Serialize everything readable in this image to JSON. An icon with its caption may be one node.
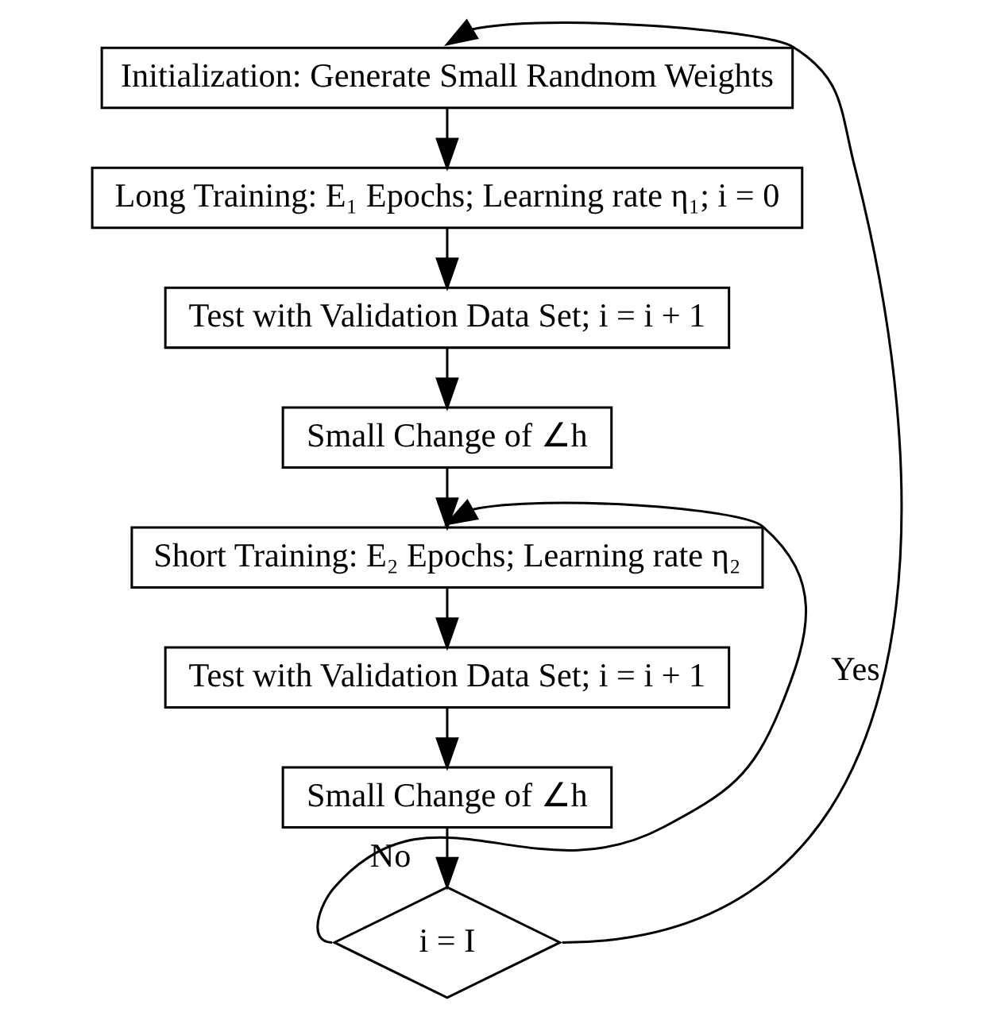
{
  "diagram": {
    "nodes": [
      {
        "text": [
          "Initialization: Generate Small Randnom Weights"
        ]
      },
      {
        "text": [
          "Long Training: E₁ Epochs; Learning rate η₁; i = 0"
        ]
      },
      {
        "text": [
          "Test with Validation Data Set; i = i + 1"
        ]
      },
      {
        "text": [
          "Small Change of ∠h"
        ]
      },
      {
        "text": [
          "Short Training: E₂ Epochs; Learning rate η₂"
        ]
      },
      {
        "text": [
          "Test with Validation Data Set; i = i + 1"
        ]
      },
      {
        "text": [
          "Small Change of ∠h"
        ]
      },
      {
        "text": [
          "i = I"
        ]
      }
    ],
    "edges": [
      {
        "from": 0,
        "to": 1,
        "arrow": "to"
      },
      {
        "from": 1,
        "to": 2,
        "arrow": "to"
      },
      {
        "from": 2,
        "to": 3,
        "arrow": "to"
      },
      {
        "from": 3,
        "to": 4,
        "arrow": "to"
      },
      {
        "from": 4,
        "to": 5,
        "arrow": "to"
      },
      {
        "from": 5,
        "to": 6,
        "arrow": "to"
      },
      {
        "from": 6,
        "to": 7,
        "arrow": "to"
      },
      {
        "from": 7,
        "to": 4,
        "arrow": "to",
        "label": "No"
      },
      {
        "from": 7,
        "to": 0,
        "arrow": "to",
        "label": "Yes"
      }
    ]
  }
}
